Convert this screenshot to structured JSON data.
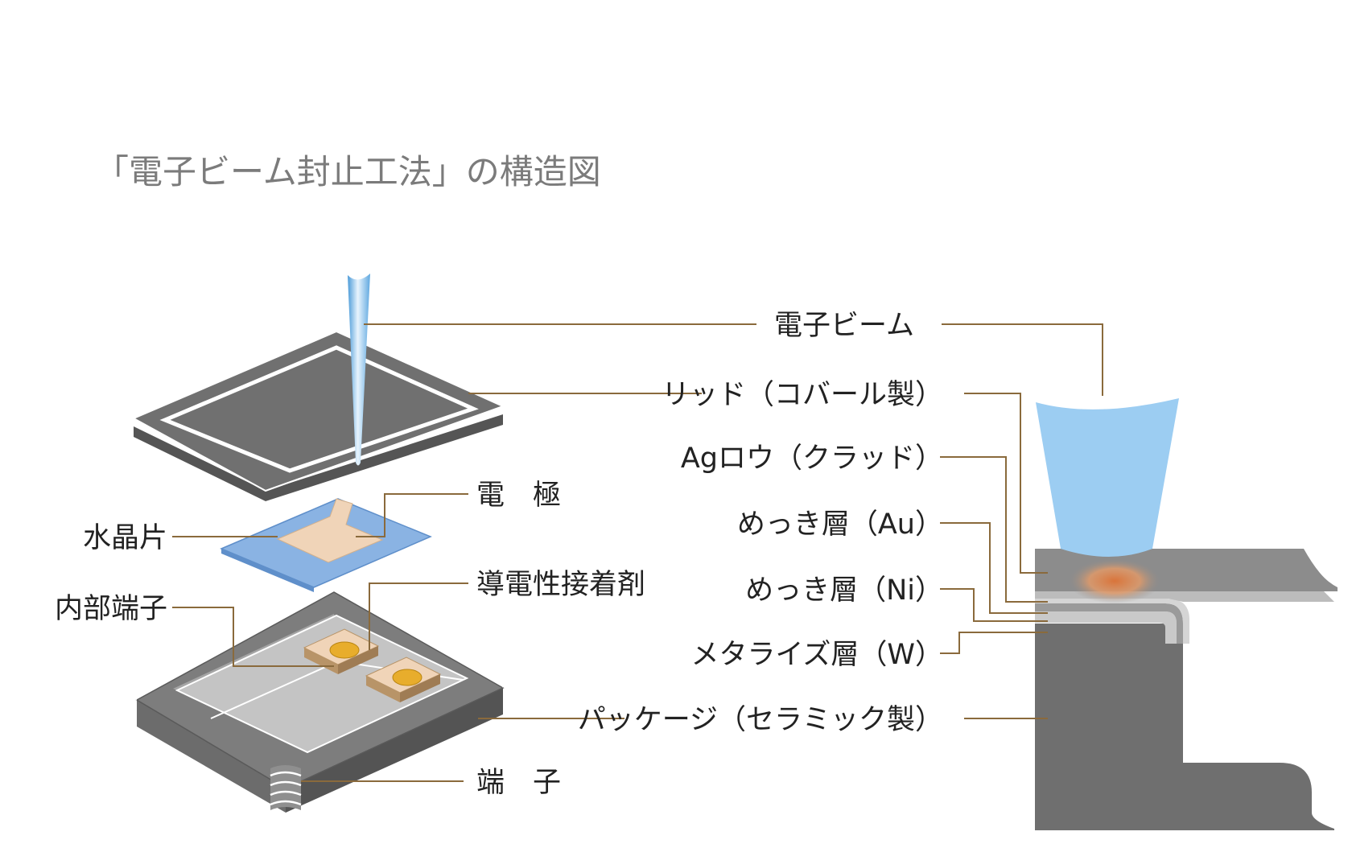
{
  "title": "「電子ビーム封止工法」の構造図",
  "colors": {
    "leader": "#8a6a3c",
    "ceramic_dark": "#6f6f6f",
    "lid": "#737373",
    "beam": "#9ccdf2",
    "crystal": "#8ab3e3",
    "electrode": "#f0d4b8",
    "adhesive": "#e8ad2c",
    "hot_spot": "#d9743a"
  },
  "labels": {
    "electron_beam": "電子ビーム",
    "lid": "リッド（コバール製）",
    "ag_braze": "Agロウ（クラッド）",
    "plating_au": "めっき層（Au）",
    "plating_ni": "めっき層（Ni）",
    "metallize_w": "メタライズ層（W）",
    "package": "パッケージ（セラミック製）",
    "electrode": "電　極",
    "crystal": "水晶片",
    "adhesive": "導電性接着剤",
    "internal_terminal": "内部端子",
    "terminal": "端　子"
  }
}
